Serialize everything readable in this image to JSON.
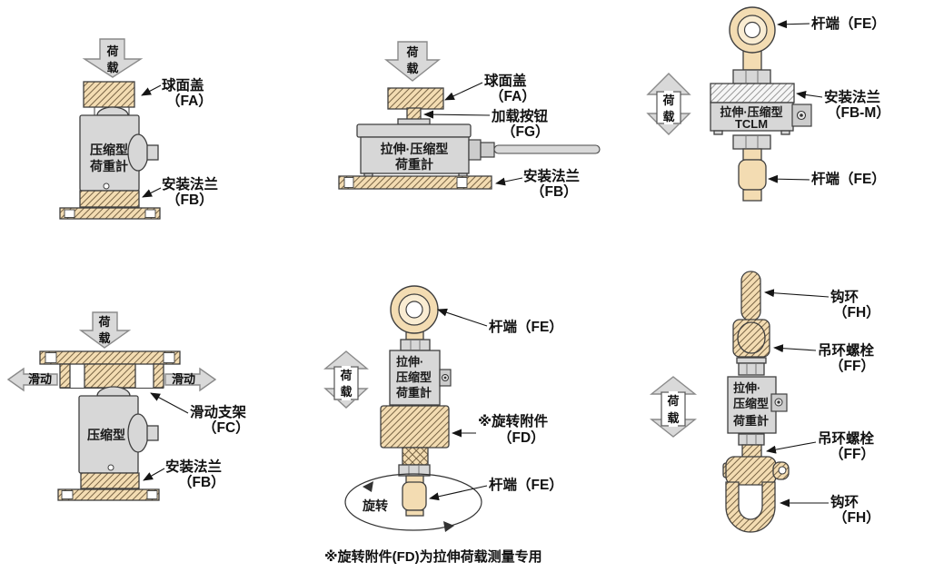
{
  "note": "※旋转附件(FD)为拉伸荷载测量专用",
  "arrows": {
    "load_char1": "荷",
    "load_char2": "载",
    "slide": "滑动",
    "rotate": "旋转"
  },
  "d1": {
    "body1": "压缩型",
    "body2": "荷重計",
    "fa1": "球面盖",
    "fa2": "（FA）",
    "fb1": "安装法兰",
    "fb2": "（FB）"
  },
  "d2": {
    "body1": "拉伸·压缩型",
    "body2": "荷重計",
    "fa1": "球面盖",
    "fa2": "（FA）",
    "fg1": "加载按钮",
    "fg2": "（FG）",
    "fb1": "安装法兰",
    "fb2": "（FB）"
  },
  "d3": {
    "body1": "拉伸·压缩型",
    "body2": "TCLM",
    "fe_top": "杆端（FE）",
    "fbm1": "安装法兰",
    "fbm2": "（FB-M）",
    "fe_bottom": "杆端（FE）"
  },
  "d4": {
    "body1": "压缩型",
    "fc1": "滑动支架",
    "fc2": "（FC）",
    "fb1": "安装法兰",
    "fb2": "（FB）"
  },
  "d5": {
    "body1": "拉伸·",
    "body2": "压缩型",
    "body3": "荷重計",
    "fe_top": "杆端（FE）",
    "fd1": "※旋转附件",
    "fd2": "（FD）",
    "fe_bottom": "杆端（FE）"
  },
  "d6": {
    "body1": "拉伸·",
    "body2": "压缩型",
    "body3": "荷重計",
    "fh_top1": "钩环",
    "fh_top2": "（FH）",
    "ff_top1": "吊环螺栓",
    "ff_top2": "（FF）",
    "ff_bot1": "吊环螺栓",
    "ff_bot2": "（FF）",
    "fh_bot1": "钩环",
    "fh_bot2": "（FH）"
  },
  "colors": {
    "hatch_fill": "#f3dcb2",
    "hatch_line": "#6a5638",
    "body_gray": "#d7d7d7",
    "arrow_gray": "#d9d9d9",
    "outline": "#3f3f3f",
    "text": "#111111"
  }
}
